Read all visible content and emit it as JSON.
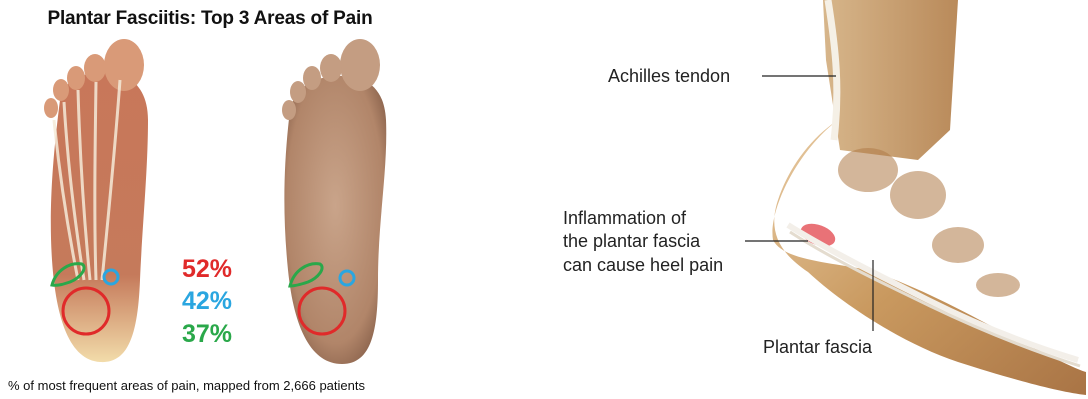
{
  "left_panel": {
    "title": "Plantar Fasciitis: Top 3 Areas of Pain",
    "caption": "% of most frequent areas of pain, mapped from 2,666 patients",
    "stats": [
      {
        "value": "52%",
        "color": "#e02a2a"
      },
      {
        "value": "42%",
        "color": "#2aa6e0"
      },
      {
        "value": "37%",
        "color": "#2aa84a"
      }
    ]
  },
  "right_panel": {
    "labels": {
      "achilles": "Achilles tendon",
      "inflammation": [
        "Inflammation of",
        "the plantar fascia",
        "can cause heel pain"
      ],
      "plantar_fascia": "Plantar fascia"
    }
  }
}
